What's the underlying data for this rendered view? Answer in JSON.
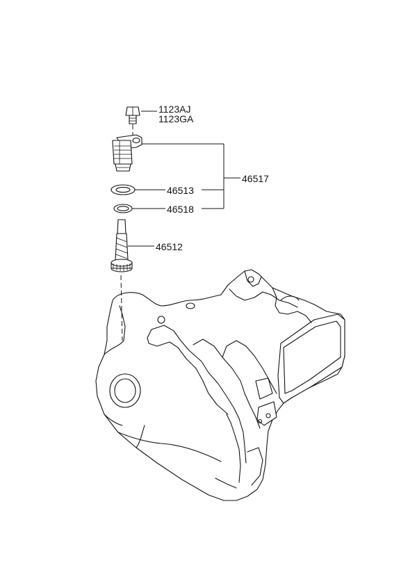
{
  "parts": {
    "bolt_a": "1123AJ",
    "bolt_b": "1123GA",
    "assembly": "46517",
    "oring_upper": "46513",
    "oring_lower": "46518",
    "driven_gear": "46512"
  }
}
